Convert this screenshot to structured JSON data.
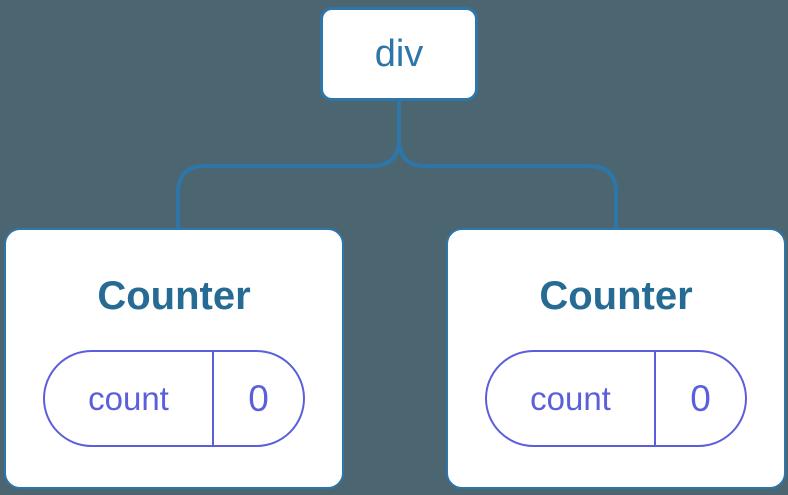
{
  "diagram": {
    "root": {
      "label": "div"
    },
    "children": [
      {
        "label": "Counter",
        "state": {
          "key": "count",
          "value": "0"
        }
      },
      {
        "label": "Counter",
        "state": {
          "key": "count",
          "value": "0"
        }
      }
    ]
  },
  "colors": {
    "background": "#4C6671",
    "node_background": "#FFFFFF",
    "tree_stroke": "#2E75A8",
    "root_label_color": "#2E75A8",
    "component_label_color": "#266B93",
    "state_accent": "#5B5FDB"
  }
}
